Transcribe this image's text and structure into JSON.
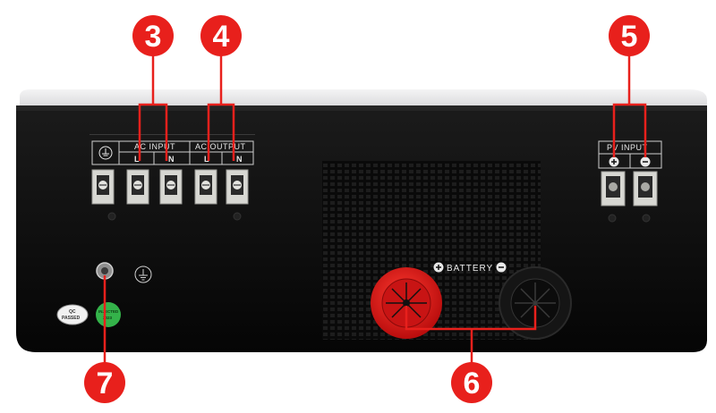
{
  "image": {
    "description_subject": "inverter rear panel",
    "colors": {
      "body": "#0e0e0e",
      "top_cover": "#e9e9ea",
      "callout": "#e8201c",
      "terminal": "#d7d7d2",
      "battery_positive": "#e01a1a",
      "battery_negative": "#111111",
      "green_sticker": "#34b34a",
      "white_sticker": "#f1f1f1"
    }
  },
  "callouts": [
    {
      "number": "3"
    },
    {
      "number": "4"
    },
    {
      "number": "5"
    },
    {
      "number": "6"
    },
    {
      "number": "7"
    }
  ],
  "panel_labels": {
    "ac_input": "AC INPUT",
    "ac_output": "AC OUTPUT",
    "pv_input": "PV INPUT",
    "battery": "BATTERY",
    "ac_input_l": "L",
    "ac_input_n": "N",
    "ac_output_l": "L",
    "ac_output_n": "N"
  },
  "stickers": {
    "qc_line1": "QC",
    "qc_line2": "PASSED",
    "green_line1": "INJECTED",
    "green_line2": "2023"
  },
  "icons": {
    "ground": "ground-icon",
    "plus": "plus-icon",
    "minus": "minus-icon"
  }
}
